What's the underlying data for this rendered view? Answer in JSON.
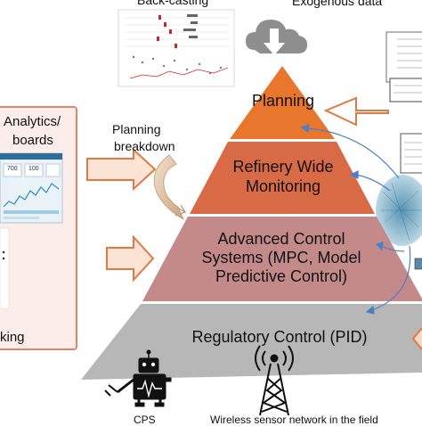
{
  "pyramid": {
    "tiers": [
      {
        "label": "Planning",
        "color": "#e8762c"
      },
      {
        "label": "Refinery Wide\nMonitoring",
        "color": "#d86a46"
      },
      {
        "label": "Advanced Control\nSystems (MPC, Model\nPredictive Control)",
        "color": "#c48a8a"
      },
      {
        "label": "Regulatory Control (PID)",
        "color": "#b7b7b7"
      }
    ]
  },
  "top": {
    "back_casting": "Back-casting",
    "exogenous_data": "Exogenous data"
  },
  "left_panel": {
    "analytics_line1": "Analytics/",
    "analytics_line2": "boards",
    "bottom_text": "king"
  },
  "planning_breakdown": {
    "line1": "Planning",
    "line2": "breakdown"
  },
  "dashboard_values": [
    "700",
    "100"
  ],
  "bottom_labels": {
    "left": "CPS",
    "right": "Wireless sensor network in the field"
  },
  "colors": {
    "orange": "#e8762c",
    "arrow_outline": "#e07a44",
    "blue_curve": "#4a7fc8",
    "robot": "#111111"
  }
}
